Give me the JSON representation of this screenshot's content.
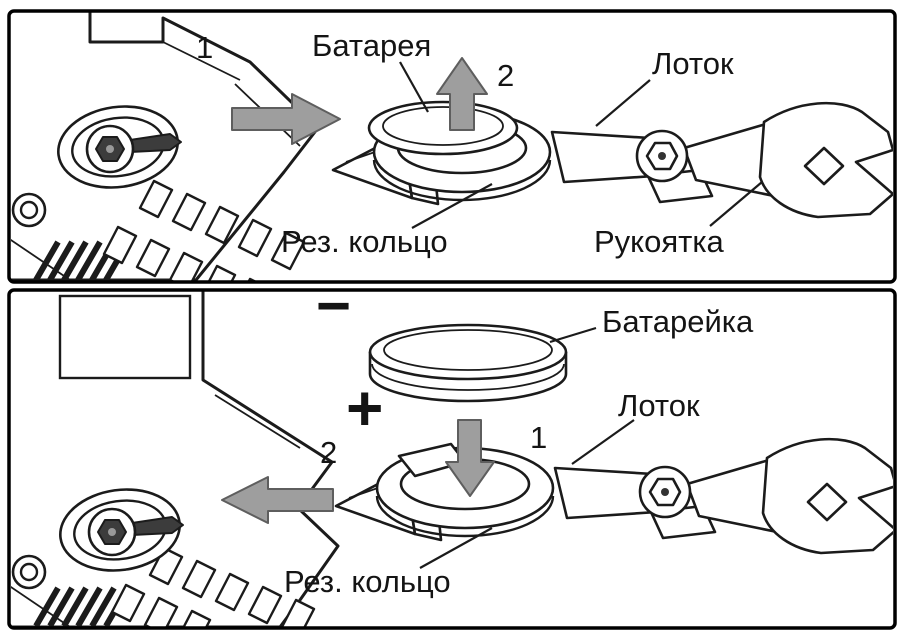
{
  "colors": {
    "background": "#ffffff",
    "line": "#1b1b1b",
    "arrow_fill": "#9e9e9e",
    "arrow_stroke": "#5e5e5e"
  },
  "top_panel": {
    "step_1": "1",
    "step_2": "2",
    "label_battery": "Батарея",
    "label_tray": "Лоток",
    "label_rubber_ring": "Рез. кольцо",
    "label_handle": "Рукоятка"
  },
  "bottom_panel": {
    "step_1": "1",
    "step_2": "2",
    "sign_minus": "−",
    "sign_plus": "+",
    "label_battery": "Батарейка",
    "label_tray": "Лоток",
    "label_rubber_ring": "Рез. кольцо"
  }
}
